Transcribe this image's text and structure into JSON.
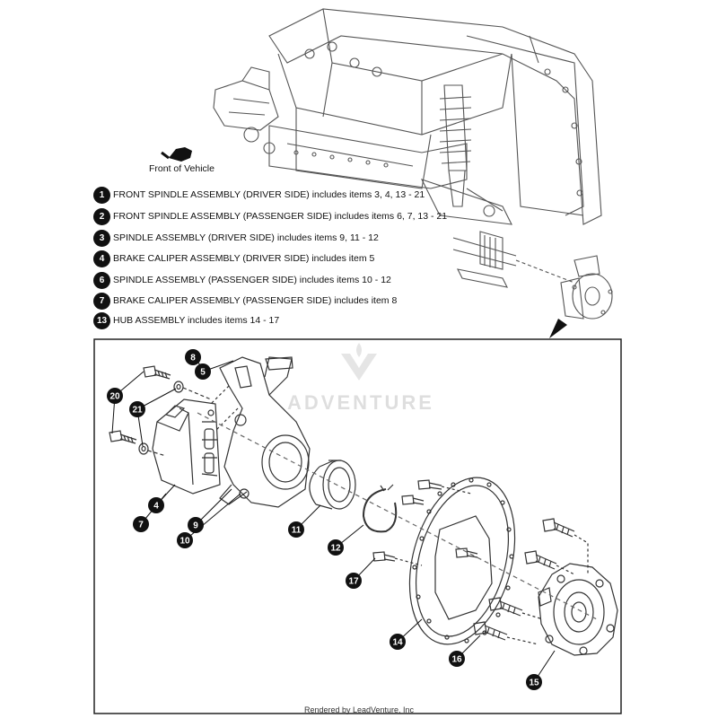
{
  "front_of_vehicle": "Front of Vehicle",
  "legend": [
    {
      "num": "1",
      "text": "FRONT SPINDLE ASSEMBLY (DRIVER SIDE) includes items 3, 4, 13 - 21"
    },
    {
      "num": "2",
      "text": "FRONT SPINDLE ASSEMBLY (PASSENGER SIDE) includes items 6, 7, 13 - 21"
    },
    {
      "num": "3",
      "text": "SPINDLE ASSEMBLY (DRIVER SIDE) includes items 9, 11 - 12"
    },
    {
      "num": "4",
      "text": "BRAKE CALIPER ASSEMBLY (DRIVER SIDE) includes item 5"
    },
    {
      "num": "6",
      "text": "SPINDLE ASSEMBLY (PASSENGER SIDE) includes items 10 - 12"
    },
    {
      "num": "7",
      "text": "BRAKE CALIPER ASSEMBLY (PASSENGER SIDE) includes item 8"
    },
    {
      "num": "13",
      "text": "HUB ASSEMBLY includes items 14 - 17"
    }
  ],
  "callouts": [
    "8",
    "5",
    "20",
    "21",
    "4",
    "7",
    "9",
    "10",
    "11",
    "12",
    "17",
    "14",
    "16",
    "15"
  ],
  "watermark": "ADVENTURE",
  "footer": "Rendered by LeadVenture, Inc"
}
